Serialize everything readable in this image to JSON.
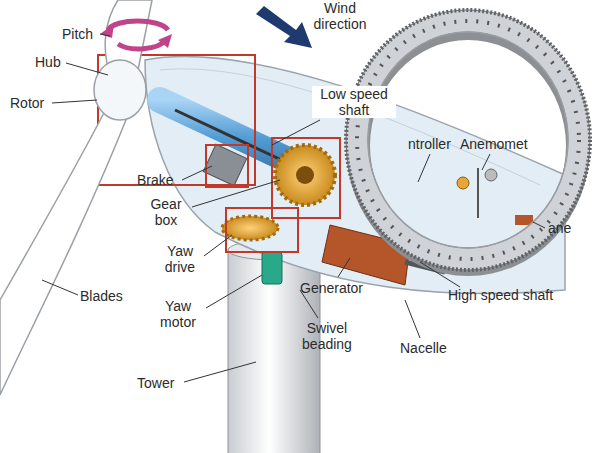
{
  "diagram": {
    "labels": [
      "Pitch",
      "Wind direction",
      "Hub",
      "Rotor",
      "Low speed shaft",
      "Brake",
      "Gear box",
      "Yaw drive",
      "Yaw motor",
      "Blades",
      "Tower",
      "Generator",
      "Swivel beading",
      "Nacelle",
      "High speed shaft",
      "ntroller",
      "Anemomet",
      "ane"
    ]
  }
}
